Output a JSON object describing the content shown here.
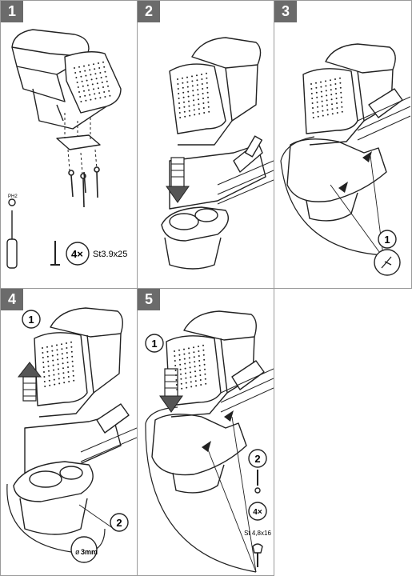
{
  "panels": [
    {
      "number": "1",
      "tool_label": "PH2",
      "screw_count": "4×",
      "screw_spec": "St3.9x25"
    },
    {
      "number": "2"
    },
    {
      "number": "3",
      "callouts": [
        "1"
      ]
    },
    {
      "number": "4",
      "callouts": [
        "1",
        "2"
      ],
      "drill_label": "ø",
      "drill_size": "3mm"
    },
    {
      "number": "5",
      "callouts": [
        "1",
        "2"
      ],
      "screw_count": "4×",
      "screw_spec": "St 4,8x16"
    }
  ],
  "colors": {
    "badge": "#6b6b6b",
    "line": "#222222",
    "border": "#9a9a9a"
  }
}
